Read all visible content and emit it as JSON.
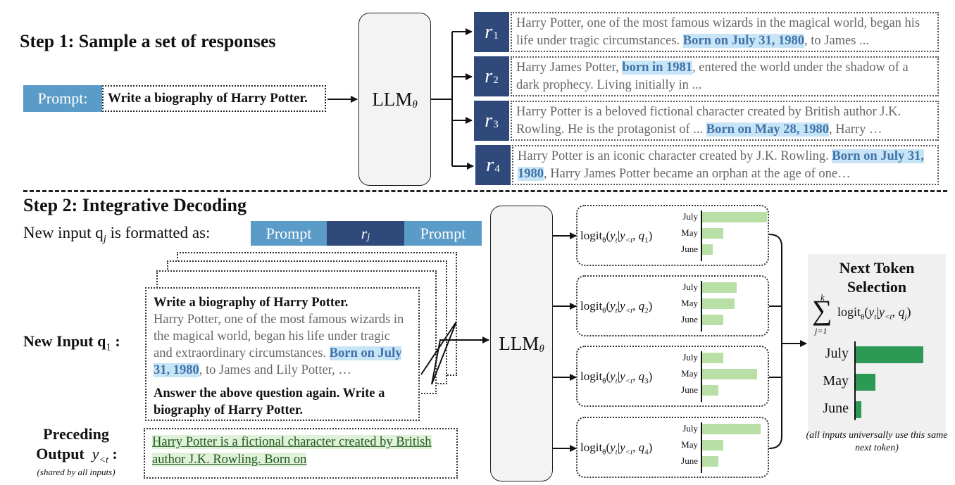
{
  "step1": {
    "title": "Step 1: Sample a set of responses",
    "prompt_label": "Prompt:",
    "prompt_text": "Write a biography of Harry Potter.",
    "llm_label": "LLM",
    "llm_subscript": "θ",
    "responses": [
      {
        "label": "r",
        "index": "1",
        "pre": "Harry Potter, one of the most famous wizards in the magical world, began his life under tragic circumstances. ",
        "highlight": "Born on July 31, 1980",
        "post": ", to James ..."
      },
      {
        "label": "r",
        "index": "2",
        "pre": "Harry James Potter, ",
        "highlight": "born in 1981",
        "post": ", entered the world under the shadow of a dark prophecy. Living initially in ..."
      },
      {
        "label": "r",
        "index": "3",
        "pre": "Harry Potter is a beloved fictional character created by British author J.K. Rowling. He is the protagonist of ... ",
        "highlight": "Born on May 28, 1980",
        "post": ", Harry …"
      },
      {
        "label": "r",
        "index": "4",
        "pre": "Harry Potter is an iconic character created by J.K. Rowling. ",
        "highlight": "Born on July 31, 1980",
        "post": ", Harry James Potter became an orphan at the age of one…"
      }
    ]
  },
  "step2": {
    "title": "Step 2:  Integrative Decoding",
    "format_text": "New input q",
    "format_sub": "j",
    "format_suffix": " is formatted as:",
    "format_segments": [
      "Prompt",
      "r",
      "Prompt"
    ],
    "format_segment_sub": "j",
    "new_input_label": "New Input q",
    "new_input_sub": "1",
    "new_input_colon": " :",
    "input_card": {
      "line1": "Write a biography of Harry Potter.",
      "body_pre": "Harry Potter, one of the most famous wizards in the magical world, began his life under tragic and extraordinary circumstances. ",
      "body_hl": "Born on July 31, 1980",
      "body_post": ", to James and Lily Potter, …",
      "line_end": "Answer the above question again. Write a biography of Harry Potter."
    },
    "preceding_label_1": "Preceding",
    "preceding_label_2": "Output",
    "preceding_var": "y",
    "preceding_sub": "<t",
    "preceding_colon": " :",
    "preceding_note": "(shared by all inputs)",
    "preceding_text": "Harry Potter is a fictional character created by British author J.K. Rowling. Born on ",
    "llm_label": "LLM",
    "llm_subscript": "θ",
    "logits": [
      {
        "q": "1",
        "bars": [
          {
            "label": "July",
            "value": 1.0
          },
          {
            "label": "May",
            "value": 0.33
          },
          {
            "label": "June",
            "value": 0.17
          }
        ]
      },
      {
        "q": "2",
        "bars": [
          {
            "label": "July",
            "value": 0.54
          },
          {
            "label": "May",
            "value": 0.5
          },
          {
            "label": "June",
            "value": 0.33
          }
        ]
      },
      {
        "q": "3",
        "bars": [
          {
            "label": "July",
            "value": 0.33
          },
          {
            "label": "May",
            "value": 0.85
          },
          {
            "label": "June",
            "value": 0.26
          }
        ]
      },
      {
        "q": "4",
        "bars": [
          {
            "label": "July",
            "value": 0.91
          },
          {
            "label": "May",
            "value": 0.33
          },
          {
            "label": "June",
            "value": 0.26
          }
        ]
      }
    ],
    "next_token": {
      "title_1": "Next Token",
      "title_2": "Selection",
      "sum_top": "k",
      "sum_bottom": "j=1",
      "bars": [
        {
          "label": "July",
          "value": 1.0
        },
        {
          "label": "May",
          "value": 0.29
        },
        {
          "label": "June",
          "value": 0.08
        }
      ],
      "note": "(all inputs universally use this same next token)"
    }
  },
  "colors": {
    "prompt_blue": "#5b9bc8",
    "r_navy": "#2f4a7a",
    "highlight_bg": "#c8e4f7",
    "highlight_text": "#3f73a8",
    "bar_light_green": "#b8e0a6",
    "bar_dark_green": "#2c9a55"
  }
}
